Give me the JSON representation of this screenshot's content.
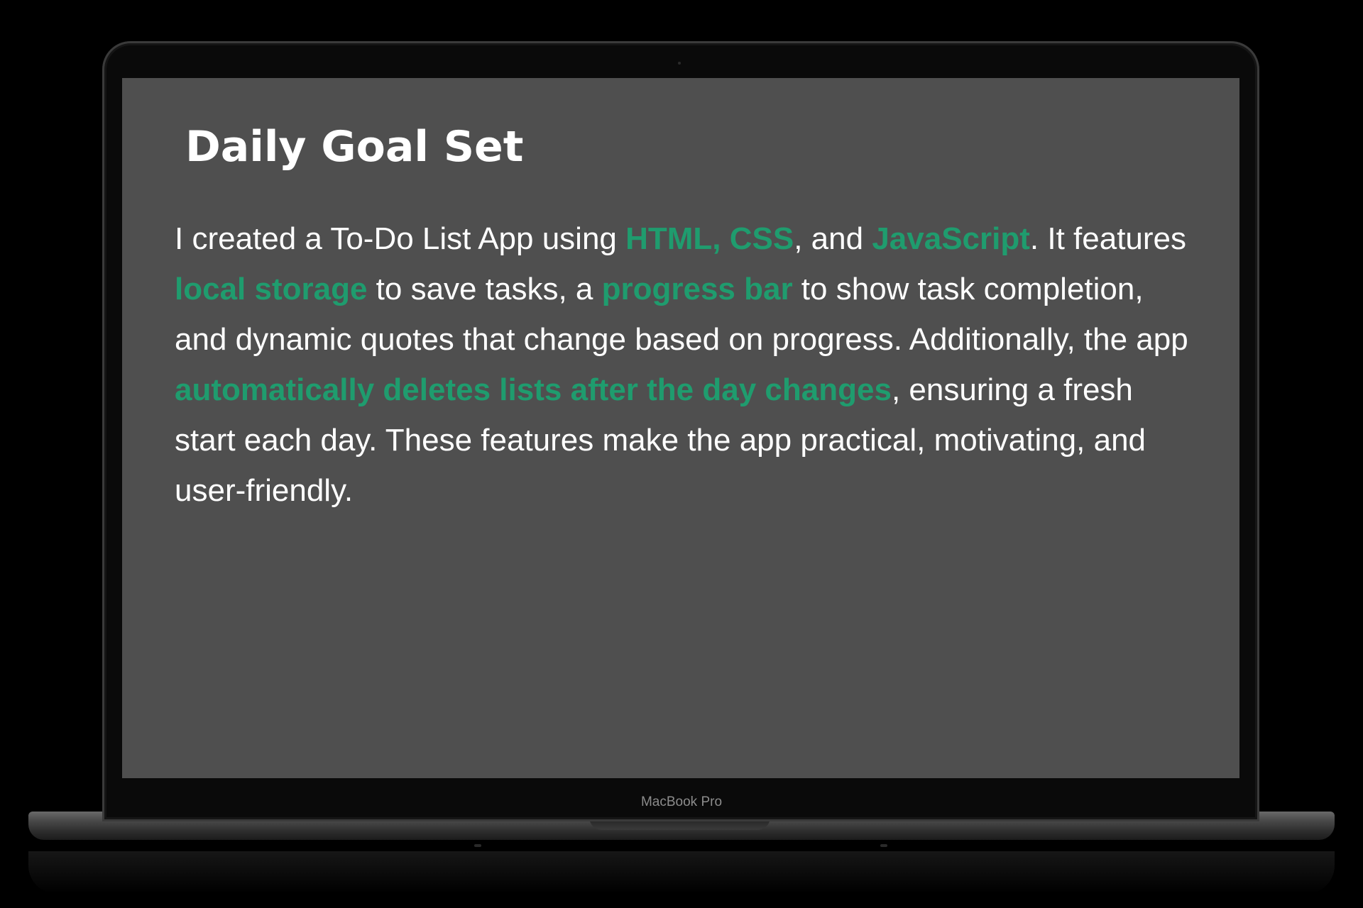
{
  "device": {
    "label": "MacBook Pro"
  },
  "colors": {
    "screen_background": "#4f4f4f",
    "text": "#ffffff",
    "highlight": "#1f9c6e"
  },
  "content": {
    "title": "Daily Goal Set",
    "paragraph": [
      {
        "text": "I created a To-Do List App using ",
        "highlight": false
      },
      {
        "text": "HTML, CSS",
        "highlight": true
      },
      {
        "text": ", and ",
        "highlight": false
      },
      {
        "text": "JavaScript",
        "highlight": true
      },
      {
        "text": ". It features ",
        "highlight": false
      },
      {
        "text": "local storage",
        "highlight": true
      },
      {
        "text": " to save tasks, a ",
        "highlight": false
      },
      {
        "text": "progress bar",
        "highlight": true
      },
      {
        "text": " to show task completion, and dynamic quotes that change based on progress. Additionally, the app ",
        "highlight": false
      },
      {
        "text": "automatically deletes lists after the day changes",
        "highlight": true
      },
      {
        "text": ", ensuring a fresh start each day. These features make the app practical, motivating, and user-friendly.",
        "highlight": false
      }
    ]
  }
}
